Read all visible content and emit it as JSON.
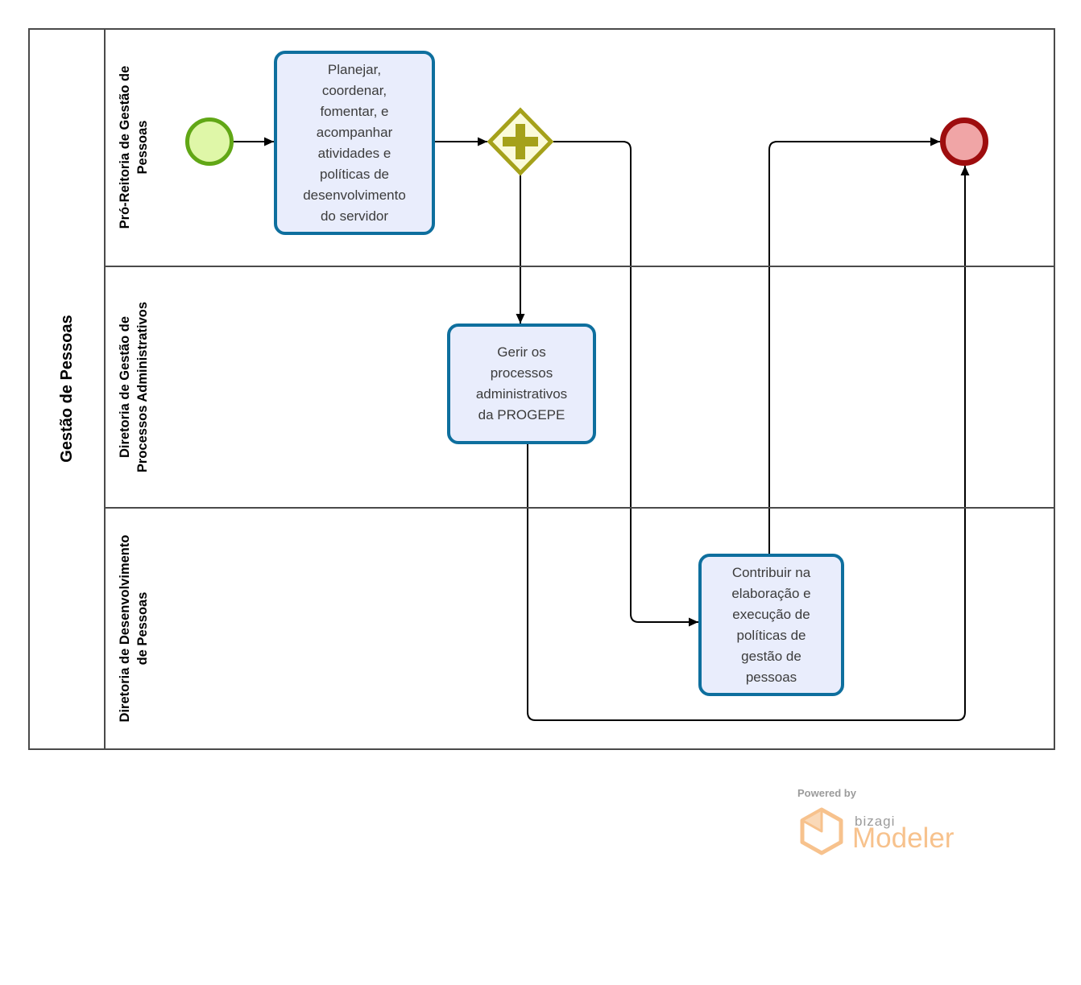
{
  "pool": {
    "title": "Gestão de Pessoas"
  },
  "lanes": [
    {
      "label": "Pró-Reitoria de Gestão de\nPessoas"
    },
    {
      "label": "Diretoria de Gestão de\nProcessos Administrativos"
    },
    {
      "label": "Diretoria de Desenvolvimento\nde Pessoas"
    }
  ],
  "nodes": {
    "start_event": {
      "type": "start-event"
    },
    "task_planejar": {
      "label": "Planejar,\ncoordenar,\nfomentar, e\nacompanhar\natividades e\npolíticas de\ndesenvolvimento\ndo servidor"
    },
    "gateway_parallel": {
      "type": "parallel-gateway"
    },
    "task_gerir": {
      "label": "Gerir os\nprocessos\nadministrativos\nda PROGEPE"
    },
    "task_contribuir": {
      "label": "Contribuir na\nelaboração e\nexecução de\npolíticas de\ngestão de\npessoas"
    },
    "end_event": {
      "type": "end-event"
    }
  },
  "footer": {
    "powered_by": "Powered by",
    "brand": "bizagi",
    "product": "Modeler"
  },
  "colors": {
    "frame": "#4a4a4a",
    "line": "#000000",
    "task_border": "#0e6f9e",
    "task_fill": "#e9edfc",
    "task_text": "#3c3c3c",
    "start_border": "#61a716",
    "start_fill": "#dff7a8",
    "gateway_border": "#a5a11a",
    "gateway_fill": "#fbfbda",
    "end_border": "#9e0d0e",
    "end_fill": "#f0a5a6",
    "logo_orange": "#f7c28d",
    "logo_gray": "#9b9b9b",
    "logo_orange_light": "#fad9b8"
  }
}
